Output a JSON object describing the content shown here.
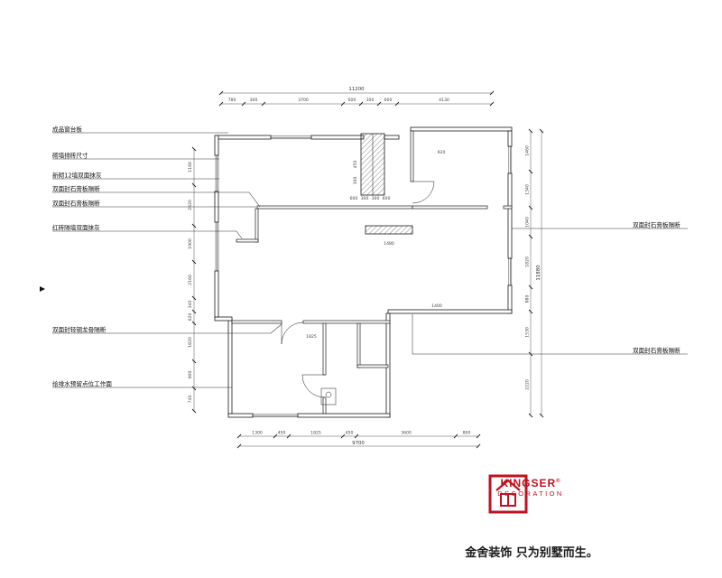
{
  "plan": {
    "labels_left": [
      "成品窗台板",
      "砌墙排砖尺寸",
      "新砌12墙双面抹灰",
      "双面封石膏板隔断",
      "双面封石膏板隔断",
      "红砖隔墙双面抹灰",
      "双面封轻钢龙骨隔断",
      "给排水预留点位工作面"
    ],
    "labels_right": [
      "双面封石膏板隔断",
      "双面封石膏板隔断"
    ],
    "dims": {
      "top_total": "11200",
      "top_segs": [
        "780",
        "300",
        "3700",
        "600",
        "300",
        "600",
        "4130"
      ],
      "bottom_segs": [
        "1300",
        "450",
        "1825",
        "450",
        "3600",
        "800"
      ],
      "bottom_total": "9700",
      "left_segs": [
        "1160",
        "2620",
        "1900",
        "2160",
        "340",
        "620",
        "1820",
        "900",
        "740"
      ],
      "right_segs": [
        "1460",
        "1340",
        "1040",
        "1820",
        "880",
        "1530",
        "2220"
      ],
      "right_total": "11880",
      "inner": [
        "600",
        "300",
        "300",
        "600",
        "1480",
        "1400",
        "1825",
        "920",
        "450",
        "300"
      ]
    }
  },
  "brand": {
    "seal_icon": "kingser-seal",
    "name_en": "KINGSER",
    "reg": "®",
    "subtitle": "DECORATION",
    "slogan": "金舍装饰 只为别墅而生。",
    "accent_color": "#c1121f"
  }
}
